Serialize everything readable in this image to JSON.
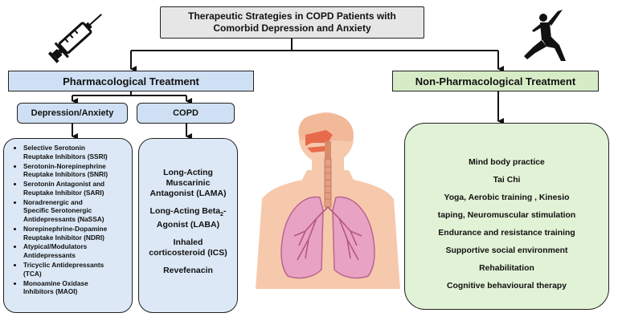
{
  "title": {
    "line1": "Therapeutic Strategies in COPD Patients with",
    "line2": "Comorbid Depression and Anxiety"
  },
  "pharmacological": {
    "label": "Pharmacological Treatment",
    "depression_anxiety": {
      "label": "Depression/Anxiety",
      "items": [
        [
          "Selective Serotonin",
          "Reuptake Inhibitors (SSRI)"
        ],
        [
          "Serotonin-Norepinephrine",
          "Reuptake Inhibitors (SNRI)"
        ],
        [
          "Serotonin Antagonist and",
          "Reuptake Inhibitor (SARI)"
        ],
        [
          "Noradrenergic and",
          "Specific Serotonergic",
          "Antidepressants (NaSSA)"
        ],
        [
          "Norepinephrine-Dopamine",
          "Reuptake Inhibitor (NDRI)"
        ],
        [
          "Atypical/Modulators",
          "Antidepressants"
        ],
        [
          "Tricyclic Antidepressants",
          "(TCA)"
        ],
        [
          "Monoamine Oxidase",
          "Inhibitors (MAOI)"
        ]
      ]
    },
    "copd": {
      "label": "COPD",
      "items": [
        [
          "Long-Acting",
          "Muscarinic",
          "Antagonist (LAMA)"
        ],
        [
          "Long-Acting Beta",
          "Agonist (LABA)"
        ],
        [
          "Inhaled",
          "corticosteroid (ICS)"
        ],
        [
          "Revefenacin"
        ]
      ],
      "beta_subscript": "2",
      "beta_suffix": "-"
    }
  },
  "non_pharmacological": {
    "label": "Non-Pharmacological Treatment",
    "items": [
      "Mind body practice",
      "Tai Chi",
      "Yoga, Aerobic  training , Kinesio",
      "taping, Neuromuscular stimulation",
      "Endurance and resistance training",
      "Supportive social environment",
      "Rehabilitation",
      "Cognitive behavioural therapy"
    ]
  },
  "icons": {
    "left": "syringe-icon",
    "right": "exercise-person-icon",
    "center": "respiratory-system-illustration"
  },
  "colors": {
    "pharma_fill": "#cfe0f4",
    "pharma_panel": "#dce8f6",
    "nonpharma_fill": "#d6ecc6",
    "nonpharma_panel": "#e2f2d6",
    "title_fill": "#e6e6e6",
    "lung_pink": "#e8a3c4",
    "skin": "#f6c9ad"
  }
}
